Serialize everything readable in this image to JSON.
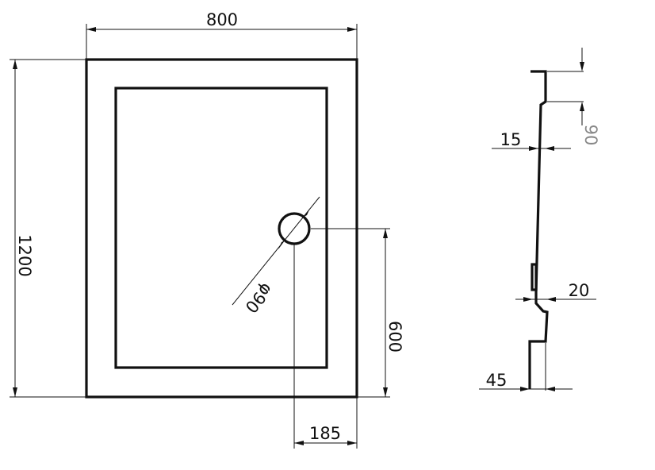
{
  "plan_view": {
    "width_label": "800",
    "length_label": "1200",
    "drain_diameter_label": "φ90",
    "drain_offset_y_label": "600",
    "drain_offset_x_label": "185"
  },
  "section_view": {
    "wall_thickness_label": "15",
    "rim_height_label": "90",
    "step_label": "20",
    "depth_label": "45"
  }
}
